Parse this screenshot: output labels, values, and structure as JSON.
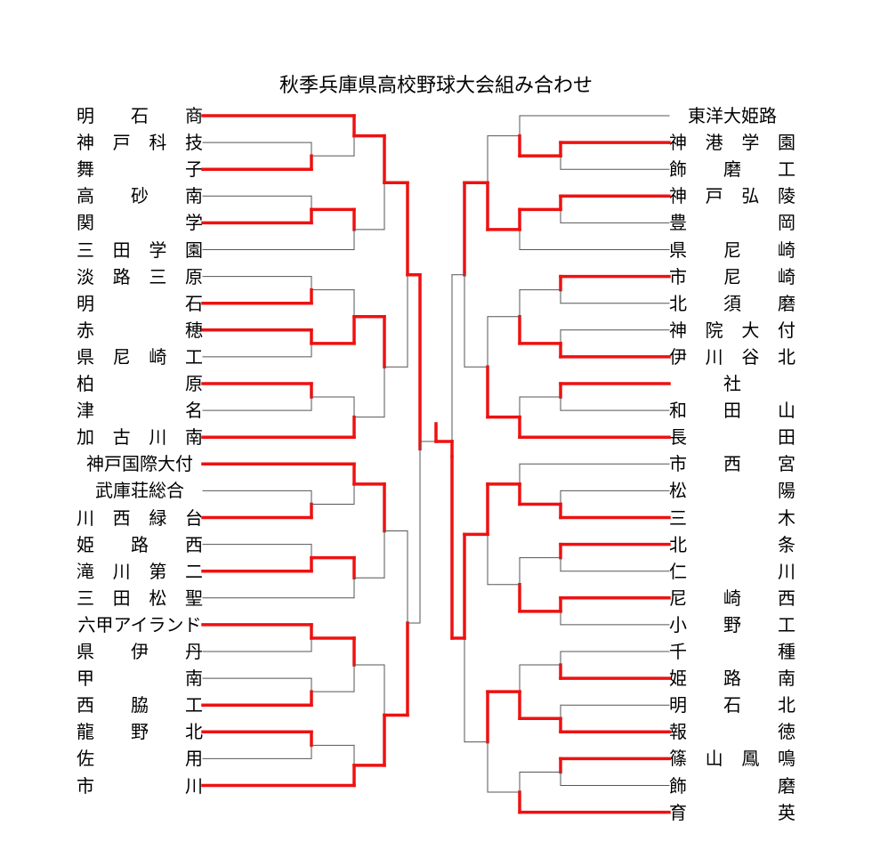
{
  "title": "秋季兵庫県高校野球大会組み合わせ",
  "left_teams": [
    "明　石　商",
    "神　戸　科　技",
    "舞　　　子",
    "高　砂　南",
    "関　　　学",
    "三　田　学　園",
    "淡　路　三　原",
    "明　　　石",
    "赤　　　穂",
    "県　尼　崎　工",
    "柏　　　原",
    "津　　　名",
    "加　古　川　南",
    "神戸国際大付",
    "武庫荘総合",
    "川　西　緑　台",
    "姫　路　西",
    "滝　川　第　二",
    "三　田　松　聖",
    "六甲アイランド",
    "県　伊　丹",
    "甲　　　南",
    "西　脇　工",
    "龍　野　北",
    "佐　　　用",
    "市　　　川"
  ],
  "right_teams": [
    "東洋大姫路",
    "神　港　学　園",
    "飾　磨　工",
    "神　戸　弘　陵",
    "豊　　　岡",
    "県　尼　崎",
    "市　尼　崎",
    "北　須　磨",
    "神　院　大　付",
    "伊　川　谷　北",
    "　社　",
    "和　田　山",
    "長　　　田",
    "市　西　宮",
    "松　　　陽",
    "三　　　木",
    "北　　　条",
    "仁　　　川",
    "尼　崎　西",
    "小　野　工",
    "千　　　種",
    "姫　路　南",
    "明　石　北",
    "報　　　徳",
    "篠　山　鳳　鳴",
    "飾　　　磨",
    "育　　　英"
  ],
  "colors": {
    "winner_line": "#ee1111",
    "bracket_line": "#555555",
    "text": "#000000"
  }
}
